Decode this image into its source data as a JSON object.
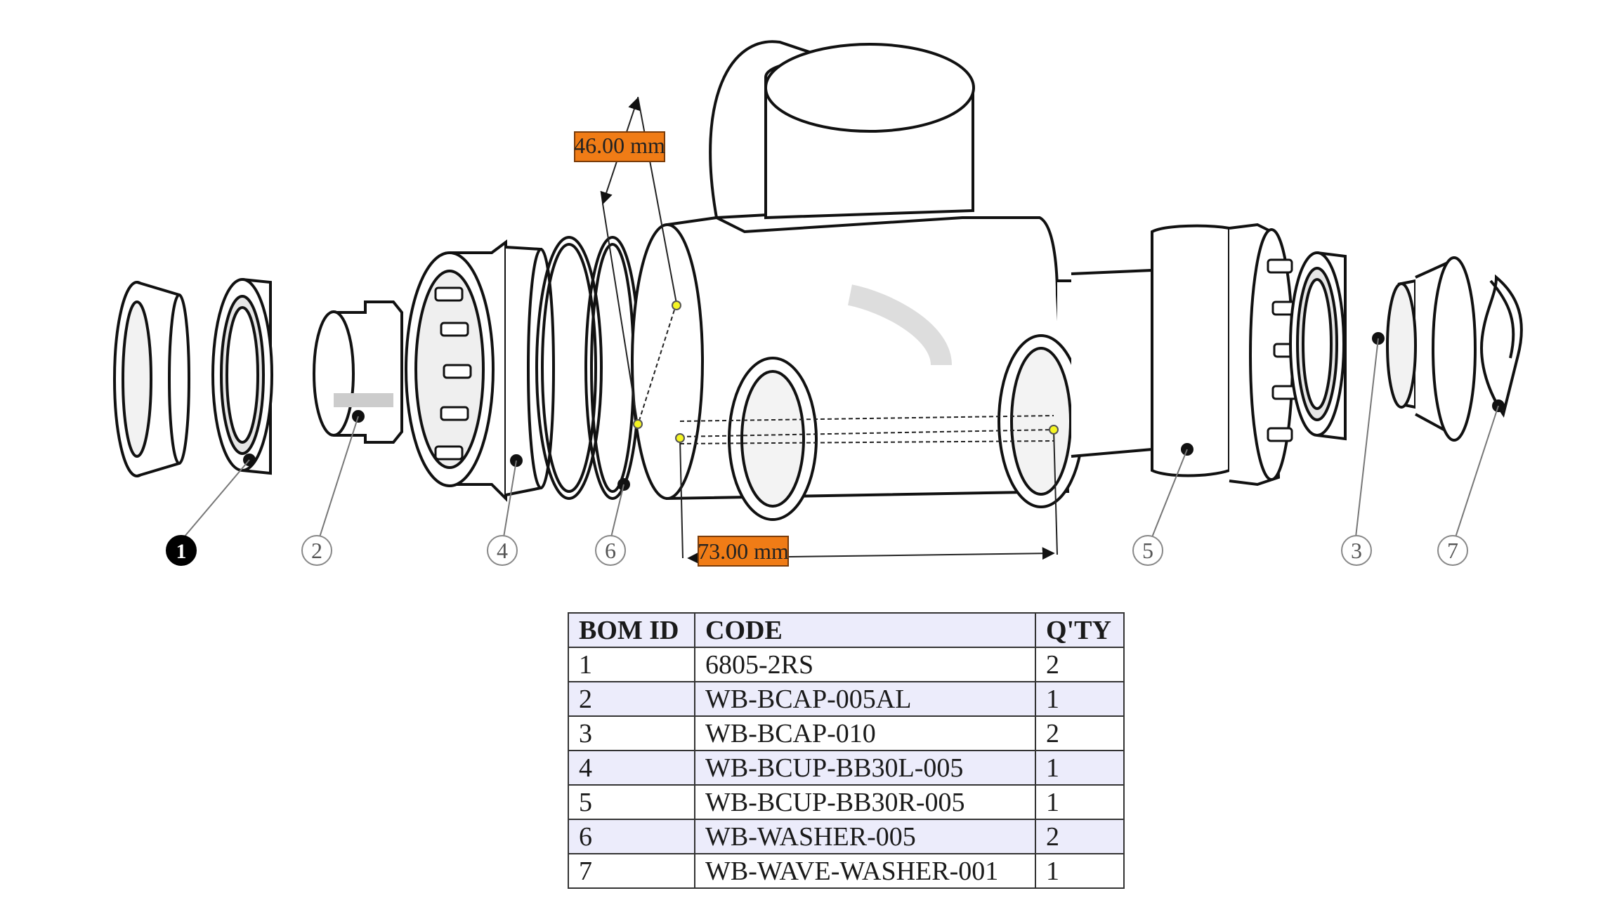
{
  "dimensions": [
    {
      "id": "dim-46",
      "label": "46.00 mm"
    },
    {
      "id": "dim-73",
      "label": "73.00 mm"
    }
  ],
  "callouts": [
    {
      "id": "1",
      "label": "1",
      "active": true
    },
    {
      "id": "2",
      "label": "2"
    },
    {
      "id": "4",
      "label": "4"
    },
    {
      "id": "6",
      "label": "6"
    },
    {
      "id": "5",
      "label": "5"
    },
    {
      "id": "3",
      "label": "3"
    },
    {
      "id": "7",
      "label": "7"
    }
  ],
  "bom": {
    "headers": {
      "id": "BOM ID",
      "code": "CODE",
      "qty": "Q'TY"
    },
    "rows": [
      {
        "id": "1",
        "code": "6805-2RS",
        "qty": "2"
      },
      {
        "id": "2",
        "code": "WB-BCAP-005AL",
        "qty": "1"
      },
      {
        "id": "3",
        "code": "WB-BCAP-010",
        "qty": "2"
      },
      {
        "id": "4",
        "code": "WB-BCUP-BB30L-005",
        "qty": "1"
      },
      {
        "id": "5",
        "code": "WB-BCUP-BB30R-005",
        "qty": "1"
      },
      {
        "id": "6",
        "code": "WB-WASHER-005",
        "qty": "2"
      },
      {
        "id": "7",
        "code": "WB-WAVE-WASHER-001",
        "qty": "1"
      }
    ]
  },
  "colors": {
    "dimension_tag": "#f07c16",
    "selected_callout": "#000000",
    "measure_point": "#f5f523",
    "table_shade": "#ececfb"
  }
}
